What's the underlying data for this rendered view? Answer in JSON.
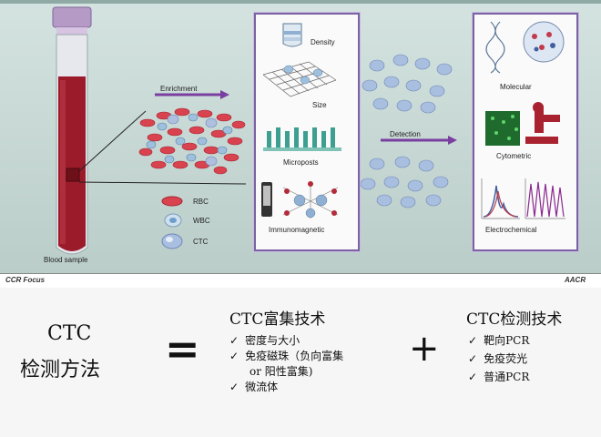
{
  "figure": {
    "blood_sample_label": "Blood sample",
    "enrichment_label": "Enrichment",
    "detection_label": "Detection",
    "legend": {
      "rbc": "RBC",
      "wbc": "WBC",
      "ctc": "CTC"
    },
    "enrichment_methods": [
      "Density",
      "Size",
      "Microposts",
      "Immunomagnetic"
    ],
    "detection_methods": [
      "Molecular",
      "Cytometric",
      "Electrochemical"
    ],
    "caption_left": "CCR Focus",
    "caption_right": "AACR",
    "colors": {
      "panel_border": "#7a62a3",
      "rbc": "#d8434f",
      "ctc": "#9fb6d8",
      "tube_blood": "#9b1b2a",
      "tube_cap": "#b59ac6"
    }
  },
  "bottom": {
    "left_title_line1": "CTC",
    "left_title_line2": "检测方法",
    "equals": "=",
    "plus": "+",
    "enrichment": {
      "title": "CTC富集技术",
      "items": [
        "密度与大小",
        "免疫磁珠（负向富集",
        "or 阳性富集)",
        "微流体"
      ]
    },
    "detection": {
      "title": "CTC检测技术",
      "items": [
        "靶向PCR",
        "免疫荧光",
        "普通PCR"
      ]
    },
    "check_mark": "✓"
  }
}
